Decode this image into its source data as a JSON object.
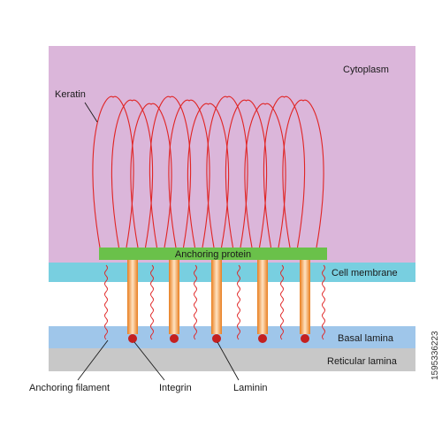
{
  "labels": {
    "cytoplasm": "Cytoplasm",
    "keratin": "Keratin",
    "anchoring_protein": "Anchoring protein",
    "cell_membrane": "Cell membrane",
    "basal_lamina": "Basal lamina",
    "reticular_lamina": "Reticular lamina",
    "anchoring_filament": "Anchoring filament",
    "integrin": "Integrin",
    "laminin": "Laminin"
  },
  "stock_id": "1595336223",
  "colors": {
    "cytoplasm": "#dbb6da",
    "cell_membrane": "#78cfe0",
    "anchoring_protein": "#6ac14a",
    "basal_lamina": "#9fc6ea",
    "reticular_lamina": "#c8c8c8",
    "keratin": "#e02424",
    "integrin": "#f0922a",
    "laminin": "#c42020"
  }
}
